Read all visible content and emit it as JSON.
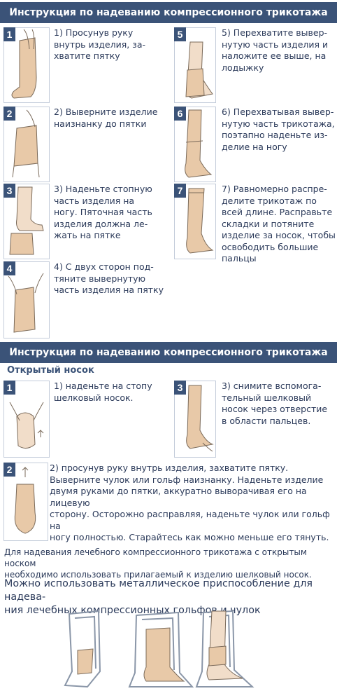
{
  "section1": {
    "title": "Инструкция по надеванию компрессионного трикотажа",
    "steps": [
      {
        "num": "1",
        "text": "1) Просунув руку\nвнутрь изделия, за-\nхватите пятку"
      },
      {
        "num": "2",
        "text": "2) Выверните изделие\nнаизнанку до пятки"
      },
      {
        "num": "3",
        "text": "3) Наденьте стопную\nчасть изделия на\nногу. Пяточная часть\nизделия должна ле-\nжать на пятке"
      },
      {
        "num": "4",
        "text": "4) С двух сторон под-\nтяните вывернутую\nчасть изделия на пятку"
      },
      {
        "num": "5",
        "text": "5) Перехватите вывер-\nнутую часть изделия и\nналожите ее выше, на\nлодыжку"
      },
      {
        "num": "6",
        "text": "6) Перехватывая вывер-\nнутую часть трикотажа,\nпоэтапно наденьте из-\nделие на ногу"
      },
      {
        "num": "7",
        "text": "7) Равномерно распре-\nделите трикотаж по\nвсей длине. Расправьте\nскладки и потяните\nизделие за носок, чтобы\nосвободить большие\nпальцы"
      }
    ]
  },
  "section2": {
    "title": "Инструкция по надеванию компрессионного трикотажа",
    "subtitle": "Открытый носок",
    "steps": [
      {
        "num": "1",
        "text": "1) наденьте на стопу\nшелковый носок."
      },
      {
        "num": "3",
        "text": "3) снимите вспомога-\nтельный шелковый\nносок через отверстие\nв области пальцев."
      },
      {
        "num": "2",
        "text": "2) просунув руку внутрь изделия, захватите пятку.\nВыверните чулок или гольф наизнанку. Наденьте изделие\nдвумя руками до пятки, аккуратно выворачивая его на лицевую\nсторону. Осторожно расправляя, наденьте чулок или гольф на\nногу полностью. Старайтесь как можно меньше его тянуть."
      }
    ],
    "note": "Для надевания лечебного компрессионного трикотажа с открытым носком\nнеобходимо использовать прилагаемый к изделию шелковый носок."
  },
  "device": {
    "text": "Можно использовать металлическое приспособление  для надева-\nния лечебных компрессионных гольфов и чулок"
  },
  "colors": {
    "banner": "#3b5378",
    "text": "#2b3a5a",
    "skin": "#f1ddc9",
    "stocking": "#e8c9a8",
    "metal": "#8a96a8"
  }
}
